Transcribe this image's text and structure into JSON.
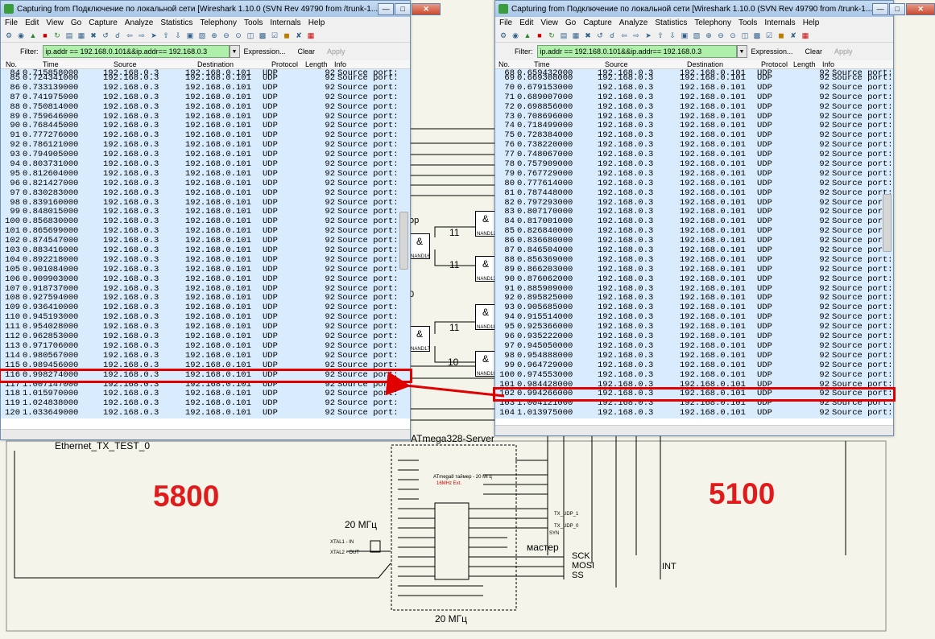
{
  "schematic": {
    "labels": {
      "ethernet": "Ethernet_TX_TEST_0",
      "server": "ATmega328-Server",
      "freq_left": "20 МГц",
      "freq_bottom": "20 МГц",
      "master": "мастер",
      "sck": "SCK",
      "mosi": "MOSI",
      "ss": "SS",
      "int": "INT",
      "xtal1": "XTAL1 - IN",
      "xtal2": "XTAL2 - OUT",
      "tx1": "TX_UDP_1",
      "tx0": "TX_UDP_0",
      "syn": "SYN",
      "chip_title": "ATmega8 таймер - 20 МГц",
      "chip_sub": "16MHz Ext.",
      "d_label": "D",
      "nand16": "NAND16",
      "nand17": "NAND17",
      "nand12": "NAND12",
      "nand13": "NAND13",
      "nand18": "NAND18",
      "nand19": "NAND19",
      "op_fragment": "op",
      "ten_fragment": "0"
    },
    "gate_symbol": "&",
    "wire_labels": [
      "11",
      "11",
      "11",
      "10"
    ]
  },
  "annotations": {
    "left_count": "5800",
    "right_count": "5100"
  },
  "wireshark_left": {
    "title": "Capturing from Подключение по локальной сети   [Wireshark 1.10.0  (SVN Rev 49790 from /trunk-1...",
    "menu": [
      "File",
      "Edit",
      "View",
      "Go",
      "Capture",
      "Analyze",
      "Statistics",
      "Telephony",
      "Tools",
      "Internals",
      "Help"
    ],
    "filter": {
      "label": "Filter:",
      "value": "ip.addr == 192.168.0.101&&ip.addr== 192.168.0.3",
      "expression": "Expression...",
      "clear": "Clear",
      "apply": "Apply"
    },
    "columns": [
      "No.",
      "Time",
      "Source",
      "Destination",
      "Protocol",
      "Length",
      "Info"
    ],
    "packets": [
      {
        "no": "84",
        "time": "0.715858000",
        "src": "192.168.0.3",
        "dst": "192.168.0.101",
        "proto": "UDP",
        "len": "92",
        "info": "Source port:"
      },
      {
        "no": "85",
        "time": "0.724341000",
        "src": "192.168.0.3",
        "dst": "192.168.0.101",
        "proto": "UDP",
        "len": "92",
        "info": "Source port:"
      },
      {
        "no": "86",
        "time": "0.733139000",
        "src": "192.168.0.3",
        "dst": "192.168.0.101",
        "proto": "UDP",
        "len": "92",
        "info": "Source port:"
      },
      {
        "no": "87",
        "time": "0.741975000",
        "src": "192.168.0.3",
        "dst": "192.168.0.101",
        "proto": "UDP",
        "len": "92",
        "info": "Source port:"
      },
      {
        "no": "88",
        "time": "0.750814000",
        "src": "192.168.0.3",
        "dst": "192.168.0.101",
        "proto": "UDP",
        "len": "92",
        "info": "Source port:"
      },
      {
        "no": "89",
        "time": "0.759646000",
        "src": "192.168.0.3",
        "dst": "192.168.0.101",
        "proto": "UDP",
        "len": "92",
        "info": "Source port:"
      },
      {
        "no": "90",
        "time": "0.768445000",
        "src": "192.168.0.3",
        "dst": "192.168.0.101",
        "proto": "UDP",
        "len": "92",
        "info": "Source port:"
      },
      {
        "no": "91",
        "time": "0.777276000",
        "src": "192.168.0.3",
        "dst": "192.168.0.101",
        "proto": "UDP",
        "len": "92",
        "info": "Source port:"
      },
      {
        "no": "92",
        "time": "0.786121000",
        "src": "192.168.0.3",
        "dst": "192.168.0.101",
        "proto": "UDP",
        "len": "92",
        "info": "Source port:"
      },
      {
        "no": "93",
        "time": "0.794905000",
        "src": "192.168.0.3",
        "dst": "192.168.0.101",
        "proto": "UDP",
        "len": "92",
        "info": "Source port:"
      },
      {
        "no": "94",
        "time": "0.803731000",
        "src": "192.168.0.3",
        "dst": "192.168.0.101",
        "proto": "UDP",
        "len": "92",
        "info": "Source port:"
      },
      {
        "no": "95",
        "time": "0.812604000",
        "src": "192.168.0.3",
        "dst": "192.168.0.101",
        "proto": "UDP",
        "len": "92",
        "info": "Source port:"
      },
      {
        "no": "96",
        "time": "0.821427000",
        "src": "192.168.0.3",
        "dst": "192.168.0.101",
        "proto": "UDP",
        "len": "92",
        "info": "Source port:"
      },
      {
        "no": "97",
        "time": "0.830283000",
        "src": "192.168.0.3",
        "dst": "192.168.0.101",
        "proto": "UDP",
        "len": "92",
        "info": "Source port:"
      },
      {
        "no": "98",
        "time": "0.839160000",
        "src": "192.168.0.3",
        "dst": "192.168.0.101",
        "proto": "UDP",
        "len": "92",
        "info": "Source port:"
      },
      {
        "no": "99",
        "time": "0.848015000",
        "src": "192.168.0.3",
        "dst": "192.168.0.101",
        "proto": "UDP",
        "len": "92",
        "info": "Source port:"
      },
      {
        "no": "100",
        "time": "0.856830000",
        "src": "192.168.0.3",
        "dst": "192.168.0.101",
        "proto": "UDP",
        "len": "92",
        "info": "Source port:"
      },
      {
        "no": "101",
        "time": "0.865699000",
        "src": "192.168.0.3",
        "dst": "192.168.0.101",
        "proto": "UDP",
        "len": "92",
        "info": "Source port:"
      },
      {
        "no": "102",
        "time": "0.874547000",
        "src": "192.168.0.3",
        "dst": "192.168.0.101",
        "proto": "UDP",
        "len": "92",
        "info": "Source port:"
      },
      {
        "no": "103",
        "time": "0.883416000",
        "src": "192.168.0.3",
        "dst": "192.168.0.101",
        "proto": "UDP",
        "len": "92",
        "info": "Source port:"
      },
      {
        "no": "104",
        "time": "0.892218000",
        "src": "192.168.0.3",
        "dst": "192.168.0.101",
        "proto": "UDP",
        "len": "92",
        "info": "Source port:"
      },
      {
        "no": "105",
        "time": "0.901084000",
        "src": "192.168.0.3",
        "dst": "192.168.0.101",
        "proto": "UDP",
        "len": "92",
        "info": "Source port:"
      },
      {
        "no": "106",
        "time": "0.909903000",
        "src": "192.168.0.3",
        "dst": "192.168.0.101",
        "proto": "UDP",
        "len": "92",
        "info": "Source port:"
      },
      {
        "no": "107",
        "time": "0.918737000",
        "src": "192.168.0.3",
        "dst": "192.168.0.101",
        "proto": "UDP",
        "len": "92",
        "info": "Source port:"
      },
      {
        "no": "108",
        "time": "0.927594000",
        "src": "192.168.0.3",
        "dst": "192.168.0.101",
        "proto": "UDP",
        "len": "92",
        "info": "Source port:"
      },
      {
        "no": "109",
        "time": "0.936410000",
        "src": "192.168.0.3",
        "dst": "192.168.0.101",
        "proto": "UDP",
        "len": "92",
        "info": "Source port:"
      },
      {
        "no": "110",
        "time": "0.945193000",
        "src": "192.168.0.3",
        "dst": "192.168.0.101",
        "proto": "UDP",
        "len": "92",
        "info": "Source port:"
      },
      {
        "no": "111",
        "time": "0.954028000",
        "src": "192.168.0.3",
        "dst": "192.168.0.101",
        "proto": "UDP",
        "len": "92",
        "info": "Source port:"
      },
      {
        "no": "112",
        "time": "0.962853000",
        "src": "192.168.0.3",
        "dst": "192.168.0.101",
        "proto": "UDP",
        "len": "92",
        "info": "Source port:"
      },
      {
        "no": "113",
        "time": "0.971706000",
        "src": "192.168.0.3",
        "dst": "192.168.0.101",
        "proto": "UDP",
        "len": "92",
        "info": "Source port:"
      },
      {
        "no": "114",
        "time": "0.980567000",
        "src": "192.168.0.3",
        "dst": "192.168.0.101",
        "proto": "UDP",
        "len": "92",
        "info": "Source port:"
      },
      {
        "no": "115",
        "time": "0.989456000",
        "src": "192.168.0.3",
        "dst": "192.168.0.101",
        "proto": "UDP",
        "len": "92",
        "info": "Source port:"
      },
      {
        "no": "116",
        "time": "0.998274000",
        "src": "192.168.0.3",
        "dst": "192.168.0.101",
        "proto": "UDP",
        "len": "92",
        "info": "Source port:",
        "highlight": true
      },
      {
        "no": "117",
        "time": "1.007147000",
        "src": "192.168.0.3",
        "dst": "192.168.0.101",
        "proto": "UDP",
        "len": "92",
        "info": "Source port:"
      },
      {
        "no": "118",
        "time": "1.015970000",
        "src": "192.168.0.3",
        "dst": "192.168.0.101",
        "proto": "UDP",
        "len": "92",
        "info": "Source port:"
      },
      {
        "no": "119",
        "time": "1.024838000",
        "src": "192.168.0.3",
        "dst": "192.168.0.101",
        "proto": "UDP",
        "len": "92",
        "info": "Source port:"
      },
      {
        "no": "120",
        "time": "1.033649000",
        "src": "192.168.0.3",
        "dst": "192.168.0.101",
        "proto": "UDP",
        "len": "92",
        "info": "Source port:"
      }
    ]
  },
  "wireshark_right": {
    "title": "Capturing from Подключение по локальной сети   [Wireshark 1.10.0  (SVN Rev 49790 from /trunk-1...",
    "menu": [
      "File",
      "Edit",
      "View",
      "Go",
      "Capture",
      "Analyze",
      "Statistics",
      "Telephony",
      "Tools",
      "Internals",
      "Help"
    ],
    "filter": {
      "label": "Filter:",
      "value": "ip.addr == 192.168.0.101&&ip.addr== 192.168.0.3",
      "expression": "Expression...",
      "clear": "Clear",
      "apply": "Apply"
    },
    "columns": [
      "No.",
      "Time",
      "Source",
      "Destination",
      "Protocol",
      "Length",
      "Info"
    ],
    "packets": [
      {
        "no": "68",
        "time": "0.659432000",
        "src": "192.168.0.3",
        "dst": "192.168.0.101",
        "proto": "UDP",
        "len": "92",
        "info": "Source port:"
      },
      {
        "no": "69",
        "time": "0.669308000",
        "src": "192.168.0.3",
        "dst": "192.168.0.101",
        "proto": "UDP",
        "len": "92",
        "info": "Source port:"
      },
      {
        "no": "70",
        "time": "0.679153000",
        "src": "192.168.0.3",
        "dst": "192.168.0.101",
        "proto": "UDP",
        "len": "92",
        "info": "Source port:"
      },
      {
        "no": "71",
        "time": "0.689007000",
        "src": "192.168.0.3",
        "dst": "192.168.0.101",
        "proto": "UDP",
        "len": "92",
        "info": "Source port:"
      },
      {
        "no": "72",
        "time": "0.698856000",
        "src": "192.168.0.3",
        "dst": "192.168.0.101",
        "proto": "UDP",
        "len": "92",
        "info": "Source port:"
      },
      {
        "no": "73",
        "time": "0.708696000",
        "src": "192.168.0.3",
        "dst": "192.168.0.101",
        "proto": "UDP",
        "len": "92",
        "info": "Source port:"
      },
      {
        "no": "74",
        "time": "0.718499000",
        "src": "192.168.0.3",
        "dst": "192.168.0.101",
        "proto": "UDP",
        "len": "92",
        "info": "Source port:"
      },
      {
        "no": "75",
        "time": "0.728384000",
        "src": "192.168.0.3",
        "dst": "192.168.0.101",
        "proto": "UDP",
        "len": "92",
        "info": "Source port:"
      },
      {
        "no": "76",
        "time": "0.738220000",
        "src": "192.168.0.3",
        "dst": "192.168.0.101",
        "proto": "UDP",
        "len": "92",
        "info": "Source port:"
      },
      {
        "no": "77",
        "time": "0.748067000",
        "src": "192.168.0.3",
        "dst": "192.168.0.101",
        "proto": "UDP",
        "len": "92",
        "info": "Source port:"
      },
      {
        "no": "78",
        "time": "0.757909000",
        "src": "192.168.0.3",
        "dst": "192.168.0.101",
        "proto": "UDP",
        "len": "92",
        "info": "Source port:"
      },
      {
        "no": "79",
        "time": "0.767729000",
        "src": "192.168.0.3",
        "dst": "192.168.0.101",
        "proto": "UDP",
        "len": "92",
        "info": "Source port:"
      },
      {
        "no": "80",
        "time": "0.777614000",
        "src": "192.168.0.3",
        "dst": "192.168.0.101",
        "proto": "UDP",
        "len": "92",
        "info": "Source port:"
      },
      {
        "no": "81",
        "time": "0.787448000",
        "src": "192.168.0.3",
        "dst": "192.168.0.101",
        "proto": "UDP",
        "len": "92",
        "info": "Source port:"
      },
      {
        "no": "82",
        "time": "0.797293000",
        "src": "192.168.0.3",
        "dst": "192.168.0.101",
        "proto": "UDP",
        "len": "92",
        "info": "Source port:"
      },
      {
        "no": "83",
        "time": "0.807170000",
        "src": "192.168.0.3",
        "dst": "192.168.0.101",
        "proto": "UDP",
        "len": "92",
        "info": "Source port:"
      },
      {
        "no": "84",
        "time": "0.817001000",
        "src": "192.168.0.3",
        "dst": "192.168.0.101",
        "proto": "UDP",
        "len": "92",
        "info": "Source port:"
      },
      {
        "no": "85",
        "time": "0.826840000",
        "src": "192.168.0.3",
        "dst": "192.168.0.101",
        "proto": "UDP",
        "len": "92",
        "info": "Source port:"
      },
      {
        "no": "86",
        "time": "0.836680000",
        "src": "192.168.0.3",
        "dst": "192.168.0.101",
        "proto": "UDP",
        "len": "92",
        "info": "Source port:"
      },
      {
        "no": "87",
        "time": "0.846504000",
        "src": "192.168.0.3",
        "dst": "192.168.0.101",
        "proto": "UDP",
        "len": "92",
        "info": "Source port:"
      },
      {
        "no": "88",
        "time": "0.856369000",
        "src": "192.168.0.3",
        "dst": "192.168.0.101",
        "proto": "UDP",
        "len": "92",
        "info": "Source port:"
      },
      {
        "no": "89",
        "time": "0.866203000",
        "src": "192.168.0.3",
        "dst": "192.168.0.101",
        "proto": "UDP",
        "len": "92",
        "info": "Source port:"
      },
      {
        "no": "90",
        "time": "0.876062000",
        "src": "192.168.0.3",
        "dst": "192.168.0.101",
        "proto": "UDP",
        "len": "92",
        "info": "Source port:"
      },
      {
        "no": "91",
        "time": "0.885909000",
        "src": "192.168.0.3",
        "dst": "192.168.0.101",
        "proto": "UDP",
        "len": "92",
        "info": "Source port:"
      },
      {
        "no": "92",
        "time": "0.895825000",
        "src": "192.168.0.3",
        "dst": "192.168.0.101",
        "proto": "UDP",
        "len": "92",
        "info": "Source port:"
      },
      {
        "no": "93",
        "time": "0.905685000",
        "src": "192.168.0.3",
        "dst": "192.168.0.101",
        "proto": "UDP",
        "len": "92",
        "info": "Source port:"
      },
      {
        "no": "94",
        "time": "0.915514000",
        "src": "192.168.0.3",
        "dst": "192.168.0.101",
        "proto": "UDP",
        "len": "92",
        "info": "Source port:"
      },
      {
        "no": "95",
        "time": "0.925366000",
        "src": "192.168.0.3",
        "dst": "192.168.0.101",
        "proto": "UDP",
        "len": "92",
        "info": "Source port:"
      },
      {
        "no": "96",
        "time": "0.935222000",
        "src": "192.168.0.3",
        "dst": "192.168.0.101",
        "proto": "UDP",
        "len": "92",
        "info": "Source port:"
      },
      {
        "no": "97",
        "time": "0.945050000",
        "src": "192.168.0.3",
        "dst": "192.168.0.101",
        "proto": "UDP",
        "len": "92",
        "info": "Source port:"
      },
      {
        "no": "98",
        "time": "0.954888000",
        "src": "192.168.0.3",
        "dst": "192.168.0.101",
        "proto": "UDP",
        "len": "92",
        "info": "Source port:"
      },
      {
        "no": "99",
        "time": "0.964729000",
        "src": "192.168.0.3",
        "dst": "192.168.0.101",
        "proto": "UDP",
        "len": "92",
        "info": "Source port:"
      },
      {
        "no": "100",
        "time": "0.974553000",
        "src": "192.168.0.3",
        "dst": "192.168.0.101",
        "proto": "UDP",
        "len": "92",
        "info": "Source port:"
      },
      {
        "no": "101",
        "time": "0.984428000",
        "src": "192.168.0.3",
        "dst": "192.168.0.101",
        "proto": "UDP",
        "len": "92",
        "info": "Source port:"
      },
      {
        "no": "102",
        "time": "0.994266000",
        "src": "192.168.0.3",
        "dst": "192.168.0.101",
        "proto": "UDP",
        "len": "92",
        "info": "Source port:",
        "highlight": true
      },
      {
        "no": "103",
        "time": "1.004121000",
        "src": "192.168.0.3",
        "dst": "192.168.0.101",
        "proto": "UDP",
        "len": "92",
        "info": "Source port:"
      },
      {
        "no": "104",
        "time": "1.013975000",
        "src": "192.168.0.3",
        "dst": "192.168.0.101",
        "proto": "UDP",
        "len": "92",
        "info": "Source port:"
      }
    ]
  },
  "colors": {
    "row_bg": "#d9ecfd",
    "highlight": "#e00000",
    "filter_ok": "#aef0a9",
    "annotation_red": "#e01b1b"
  }
}
